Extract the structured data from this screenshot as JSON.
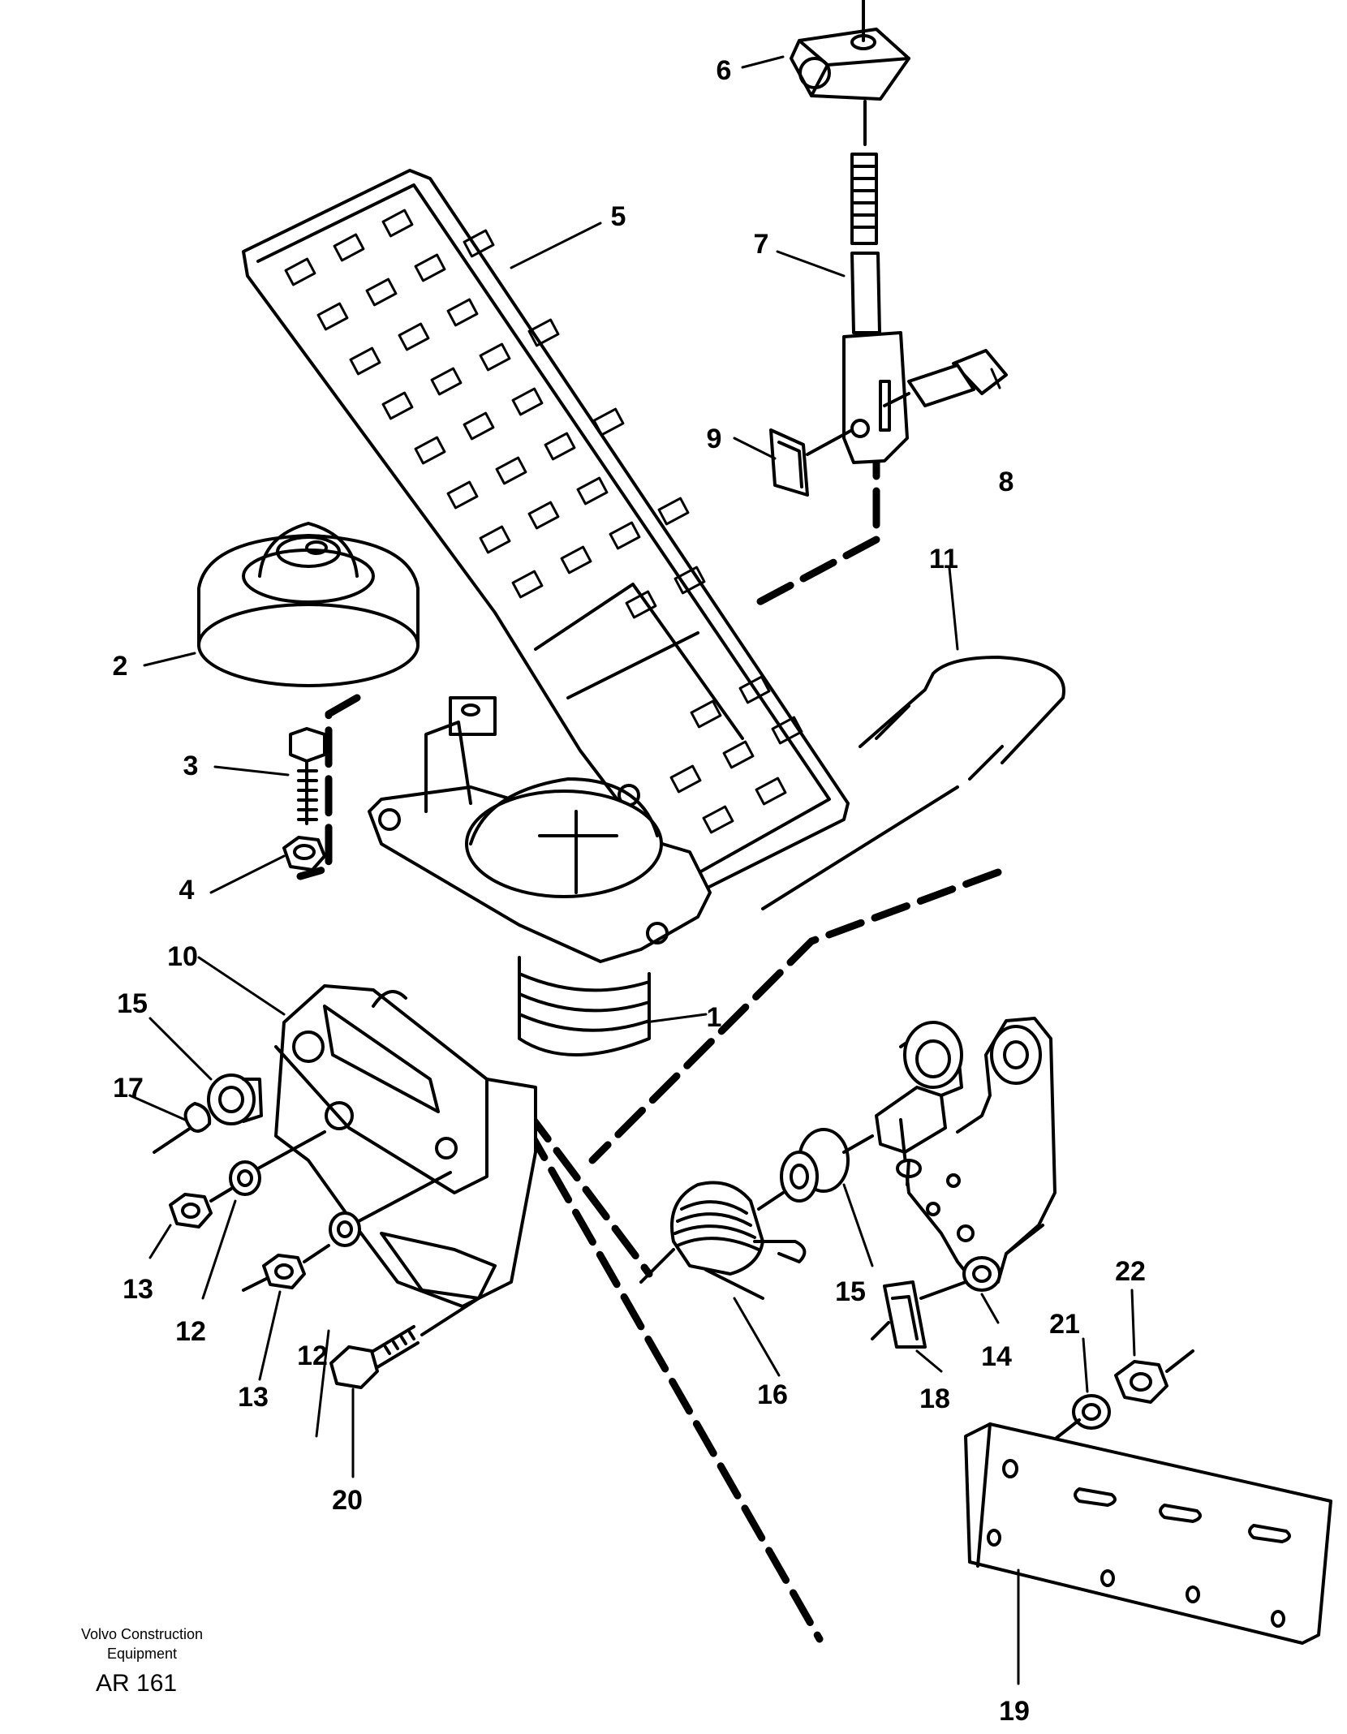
{
  "labels": [
    "1",
    "2",
    "3",
    "4",
    "5",
    "6",
    "7",
    "8",
    "9",
    "10",
    "11",
    "12",
    "12",
    "13",
    "13",
    "14",
    "15",
    "15",
    "16",
    "17",
    "18",
    "19",
    "20",
    "21",
    "22"
  ],
  "footer": {
    "company_line1": "Volvo Construction",
    "company_line2": "Equipment",
    "code": "AR 161"
  }
}
